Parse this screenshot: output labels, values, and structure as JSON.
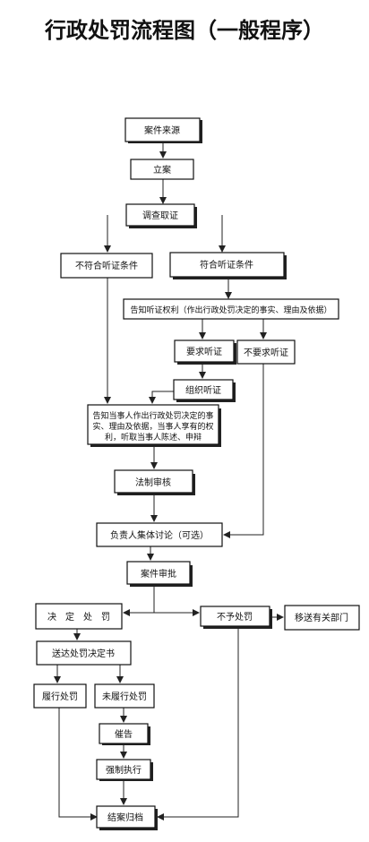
{
  "title": "行政处罚流程图（一般程序）",
  "nodes": {
    "case_source": "案件来源",
    "register": "立案",
    "investigate": "调查取证",
    "not_hearing": "不符合听证条件",
    "meet_hearing": "符合听证条件",
    "notify_hearing": "告知听证权利（作出行政处罚决定的事实、理由及依据）",
    "request_hearing": "要求听证",
    "no_request": "不要求听证",
    "organize_hearing": "组织听证",
    "notify_party": [
      "告知当事人作出行政处罚决定的事",
      "实、理由及依据，当事人享有的权",
      "利，听取当事人陈述、申辩"
    ],
    "legal_review": "法制审核",
    "collective": "负责人集体讨论（可选）",
    "approval": "案件审批",
    "decide": "决　定　处　罚",
    "no_penalty": "不予处罚",
    "transfer": "移送有关部门",
    "deliver": "送达处罚决定书",
    "performed": "履行处罚",
    "not_performed": "未履行处罚",
    "warning": "催告",
    "enforce": "强制执行",
    "close": "结案归档"
  }
}
